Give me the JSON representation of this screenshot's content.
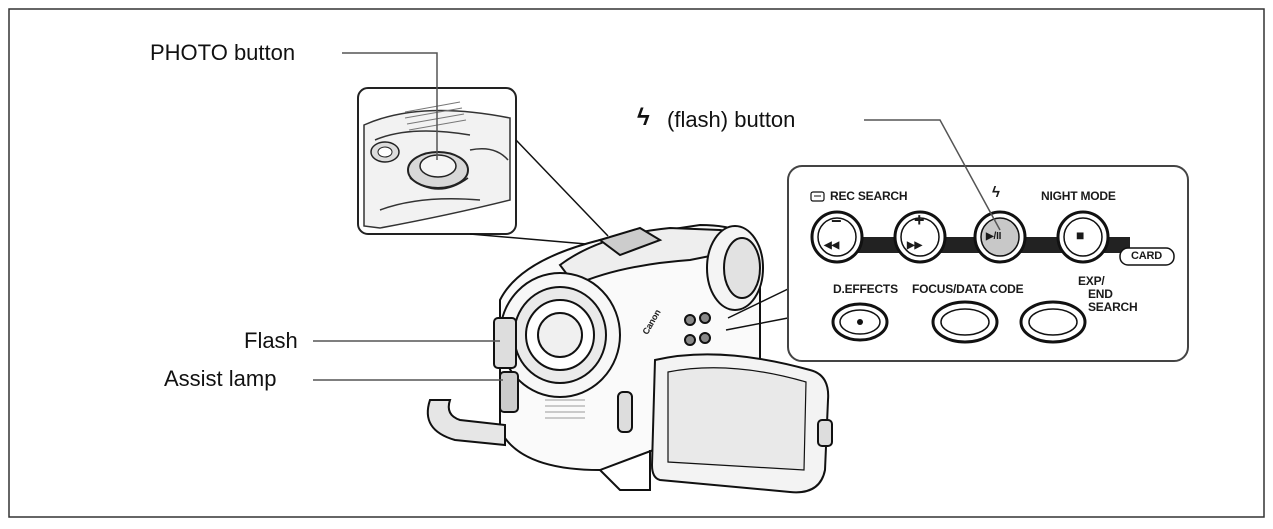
{
  "labels": {
    "photo_button": "PHOTO button",
    "flash_button_symbol": "ϟ",
    "flash_button": "(flash) button",
    "flash": "Flash",
    "assist_lamp": "Assist lamp"
  },
  "panel": {
    "rec_search": "REC SEARCH",
    "flash_symbol": "ϟ",
    "night_mode": "NIGHT MODE",
    "card": "CARD",
    "d_effects": "D.EFFECTS",
    "focus_data_code": "FOCUS/DATA CODE",
    "exp_line1": "EXP/",
    "exp_line2": "END",
    "exp_line3": "SEARCH",
    "minus": "−",
    "plus": "+",
    "rewind": "◀◀",
    "fast_forward": "▶▶",
    "play_pause": "▶/II",
    "stop": "■"
  },
  "camera": {
    "brand_text": "Canon"
  },
  "colors": {
    "line": "#111111",
    "leader": "#555555",
    "panel_border": "#444444",
    "button_highlight": "#c8c8c8"
  }
}
